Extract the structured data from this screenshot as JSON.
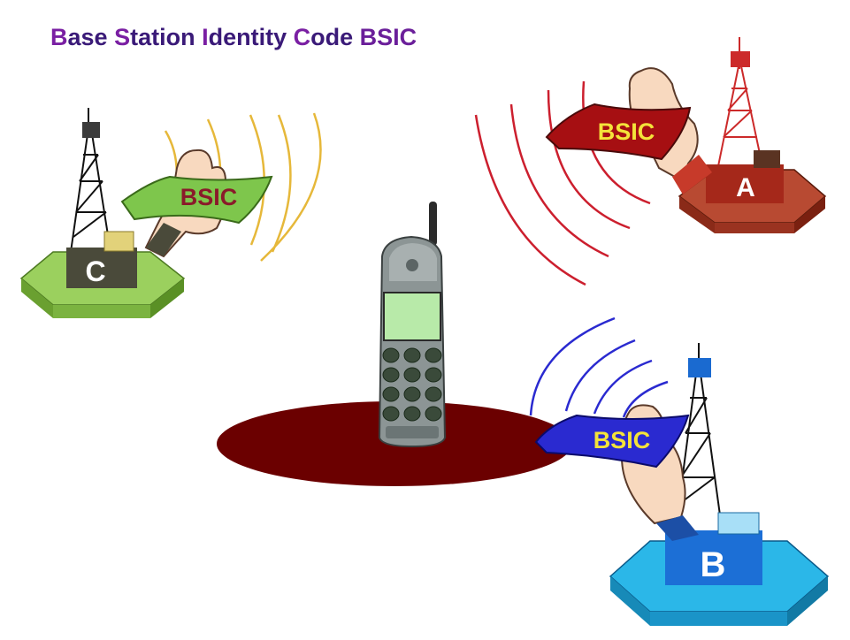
{
  "title": {
    "parts": [
      {
        "initial": "B",
        "rest": "ase "
      },
      {
        "initial": "S",
        "rest": "tation "
      },
      {
        "initial": "I",
        "rest": "dentity "
      },
      {
        "initial": "C",
        "rest": "ode "
      }
    ],
    "abbrev": "BSIC"
  },
  "stations": {
    "a": {
      "label": "A",
      "card": "BSIC",
      "color": "#b31a1a"
    },
    "b": {
      "label": "B",
      "card": "BSIC",
      "color": "#1c6fd6"
    },
    "c": {
      "label": "C",
      "card": "BSIC",
      "color": "#6db33f"
    }
  },
  "colors": {
    "title": "#3a1a78",
    "signal_a": "#cc1f2e",
    "signal_b": "#2a2ad0",
    "signal_c": "#e6b83a",
    "ellipse": "#6b0000",
    "phone": "#7f8a8a",
    "screen": "#b8eaa9"
  },
  "icons": [
    "phone-icon",
    "tower-icon",
    "hand-icon",
    "signal-waves-icon"
  ]
}
